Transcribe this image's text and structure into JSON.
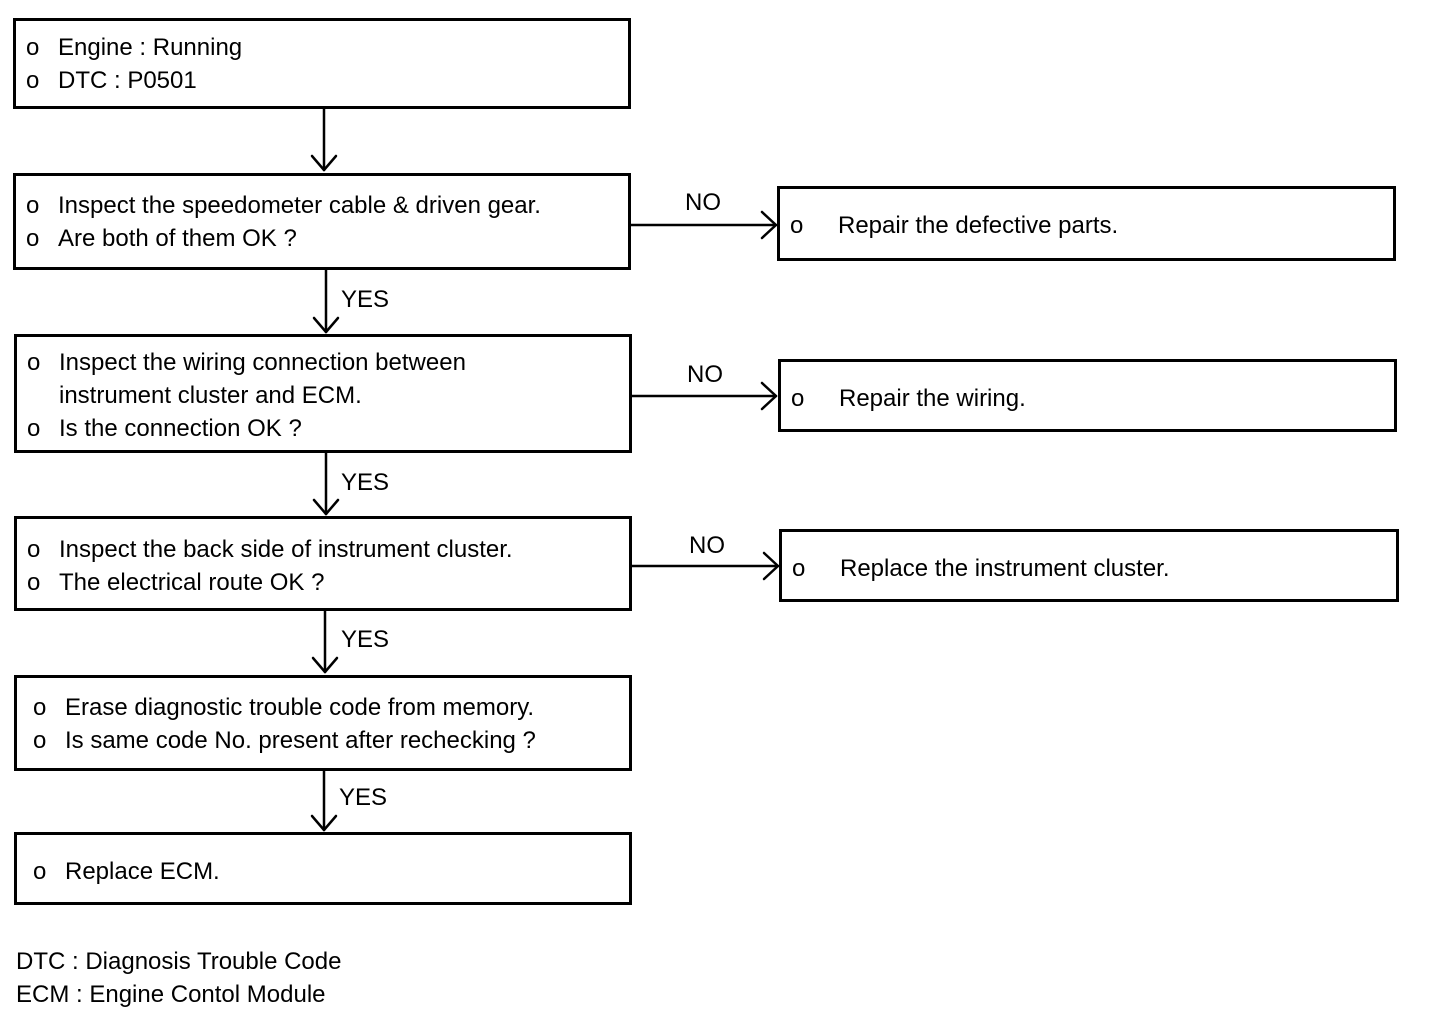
{
  "bullet": "o",
  "steps": [
    {
      "lines": [
        "Engine : Running",
        "DTC : P0501"
      ]
    },
    {
      "lines": [
        "Inspect the speedometer cable & driven gear.",
        "Are both of them OK ?"
      ]
    },
    {
      "lines": [
        "Inspect the wiring connection between",
        "instrument cluster and ECM.",
        "Is the connection OK  ?"
      ]
    },
    {
      "lines": [
        "Inspect the back side of instrument cluster.",
        "The electrical route OK ?"
      ]
    },
    {
      "lines": [
        "Erase diagnostic trouble code from memory.",
        "Is same code No. present after rechecking ?"
      ]
    },
    {
      "lines": [
        "Replace ECM."
      ]
    }
  ],
  "actions": [
    {
      "text": "Repair the defective parts."
    },
    {
      "text": "Repair the wiring."
    },
    {
      "text": "Replace the instrument cluster."
    }
  ],
  "labels": {
    "no": "NO",
    "yes": "YES"
  },
  "legend": [
    "DTC : Diagnosis Trouble Code",
    "ECM : Engine Contol Module"
  ]
}
